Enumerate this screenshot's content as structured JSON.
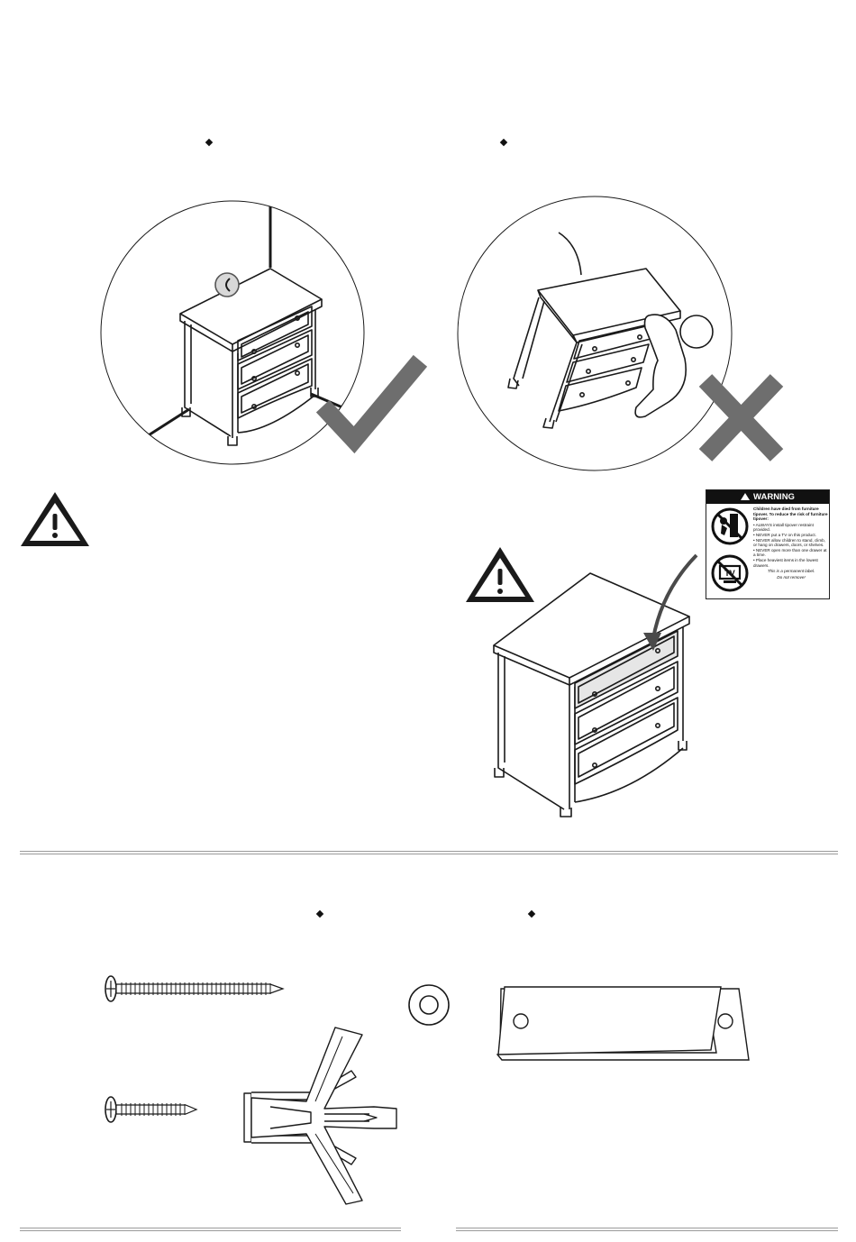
{
  "warning_label": {
    "heading": "WARNING",
    "lead": "Children have died from furniture tipover. To reduce the risk of furniture tipover:",
    "items": [
      "• ALWAYS install tipover restraint provided.",
      "• NEVER put a TV on this product.",
      "• NEVER allow children to stand, climb, or hang on drawers, doors, or shelves.",
      "• NEVER open more than one drawer at a time.",
      "• Place heaviest items in the lowest drawers."
    ],
    "permanent_note_1": "This is a permanent label.",
    "permanent_note_2": "Do not remove!",
    "tv_icon_text": "TV"
  },
  "colors": {
    "line": "#1a1a1a",
    "check_mark": "#6e6e6e",
    "x_mark": "#6e6e6e",
    "highlight_drawer": "#e6e6e6",
    "rule": "#9a9a9a"
  },
  "icons": {
    "top_left_scene": "secured-dresser-icon",
    "top_right_scene": "tipping-dresser-icon",
    "approve": "checkmark-icon",
    "reject": "x-mark-icon",
    "hazard": "warning-triangle-icon"
  }
}
